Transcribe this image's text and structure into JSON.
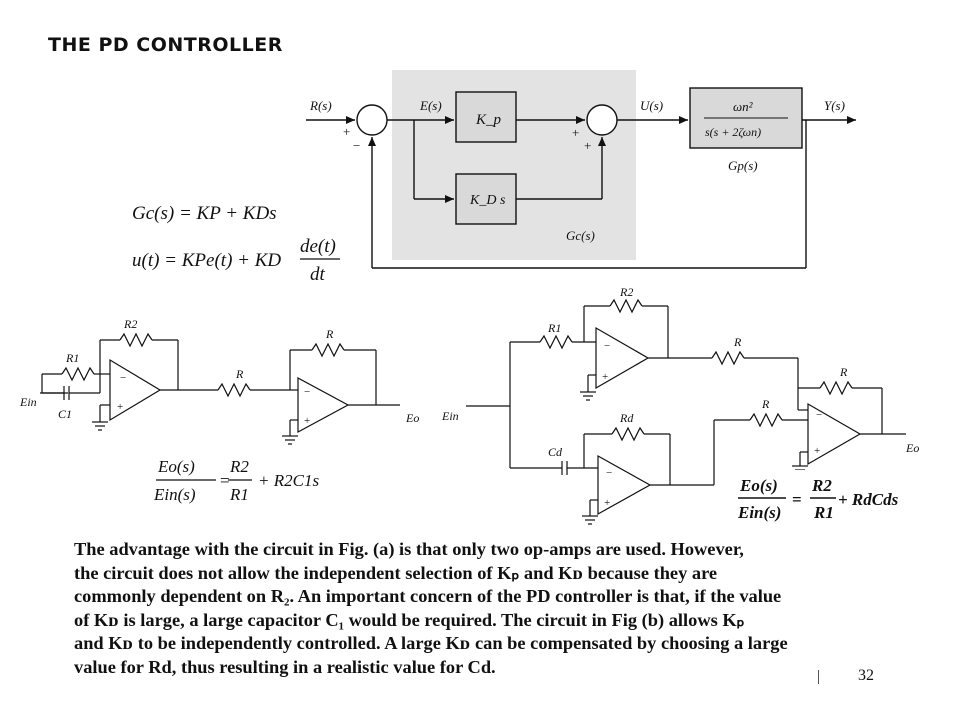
{
  "title": "THE PD CONTROLLER",
  "block_diagram": {
    "signals": {
      "input": "R(s)",
      "error": "E(s)",
      "control": "U(s)",
      "output": "Y(s)"
    },
    "summing_signs": {
      "s1_plus": "+",
      "s1_minus": "−",
      "s2_plus_left": "+",
      "s2_plus_bottom": "+"
    },
    "blocks": {
      "kp": "K_p",
      "kds": "K_D s",
      "plant_num": "ωn²",
      "plant_den": "s(s + 2ζωn)",
      "plant_label": "Gp(s)",
      "controller_label": "Gc(s)"
    }
  },
  "equations": {
    "gc": "Gc(s) = KP + KDs",
    "u_left": "u(t) = KPe(t) + KD",
    "u_num": "de(t)",
    "u_den": "dt"
  },
  "circuit_a": {
    "labels": {
      "r2": "R2",
      "r1": "R1",
      "c1": "C1",
      "ein": "Ein",
      "r_mid": "R",
      "r_fb": "R",
      "eo": "Eo"
    },
    "tf_num": "Eo(s)",
    "tf_den": "Ein(s)",
    "tf_r2": "R2",
    "tf_r1": "R1",
    "tf_tail": "+ R2C1s"
  },
  "circuit_b": {
    "labels": {
      "r2": "R2",
      "r1": "R1",
      "rd": "Rd",
      "cd": "Cd",
      "ein": "Ein",
      "r_top": "R",
      "r_mid": "R",
      "r_fb": "R",
      "eo": "Eo"
    },
    "tf_num": "Eo(s)",
    "tf_den": "Ein(s)",
    "tf_r2": "R2",
    "tf_r1": "R1",
    "tf_tail": "+ RdCds"
  },
  "paragraph": {
    "lines": [
      "The advantage with the circuit in Fig.        (a) is that only two op-amps are used. However,",
      "the circuit does not allow the independent selection of Kₚ and Kᴅ because they are",
      "commonly dependent on R₂. An important concern of the PD controller is that, if the value",
      "of Kᴅ is large, a large capacitor C₁ would be required. The circuit in Fig         (b) allows Kₚ",
      "and Kᴅ to be independently controlled. A large Kᴅ can be compensated by choosing a large",
      "value for Rd, thus resulting in a realistic value for Cd."
    ]
  },
  "page_number": "32",
  "colors": {
    "block_fill": "#d9d9d9",
    "controller_region": "#e3e3e3",
    "ink": "#111111"
  }
}
